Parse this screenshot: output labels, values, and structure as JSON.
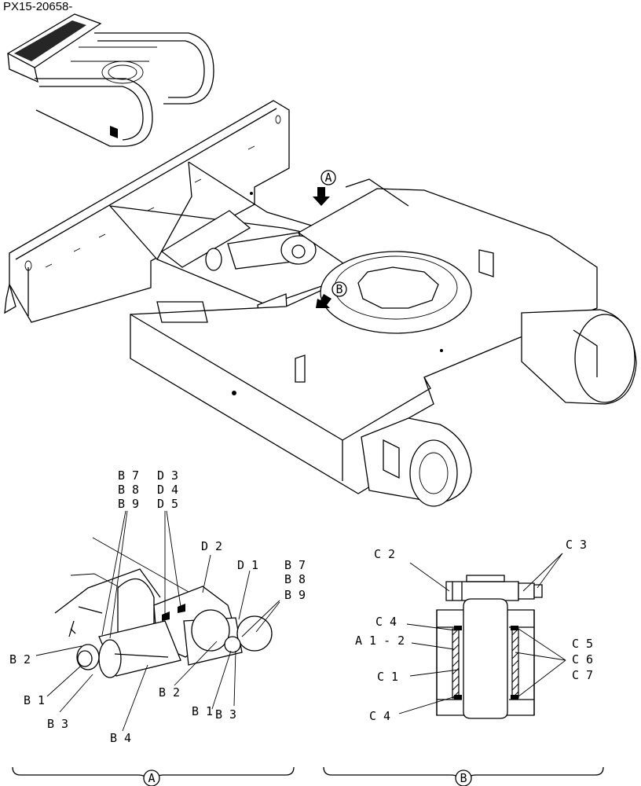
{
  "document_id": "PX15-20658-",
  "view_markers": {
    "a": "A",
    "b": "B"
  },
  "detail_a_labels": {
    "b7_b8_b9_left": [
      "B 7",
      "B 8",
      "B 9"
    ],
    "d3_d4_d5": [
      "D 3",
      "D 4",
      "D 5"
    ],
    "d2": "D 2",
    "d1": "D 1",
    "b7_b8_b9_right": [
      "B 7",
      "B 8",
      "B 9"
    ],
    "b2_left": "B 2",
    "b1_left": "B 1",
    "b3_left": "B 3",
    "b2_mid": "B 2",
    "b1_mid": "B 1",
    "b3_mid": "B 3",
    "b4": "B 4"
  },
  "detail_b_labels": {
    "c2": "C 2",
    "c3": "C 3",
    "c4_top": "C 4",
    "a1_2": "A 1 - 2",
    "c1": "C 1",
    "c4_bottom": "C 4",
    "c5_c6_c7": [
      "C 5",
      "C 6",
      "C 7"
    ]
  },
  "detail_captions": {
    "a": "A",
    "b": "B"
  }
}
